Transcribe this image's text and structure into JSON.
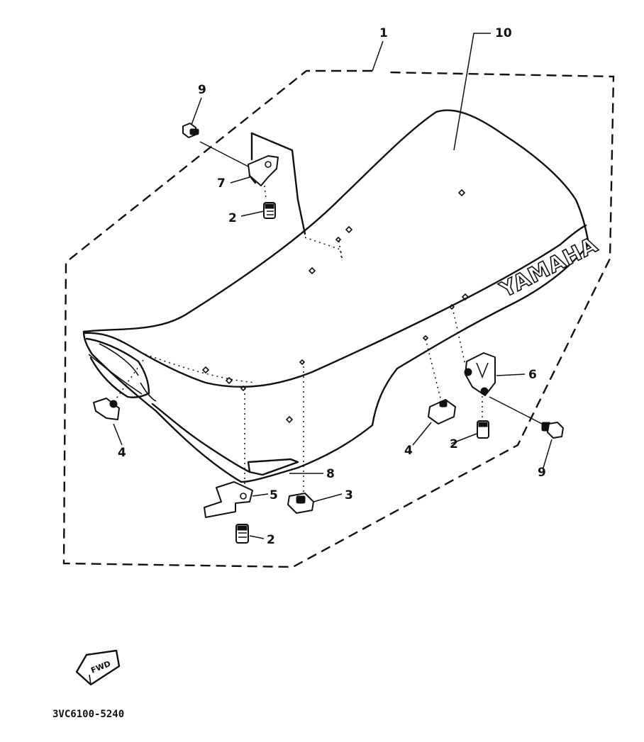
{
  "diagram": {
    "brand_text": "YAMAHA",
    "part_number": "3VC6100-5240",
    "fwd_label": "FWD",
    "callouts": {
      "seat_assembly": "1",
      "seat_cover": "10",
      "bolt_front_left": "9",
      "bolt_rear_right": "9",
      "bracket_front": "7",
      "screw_front": "2",
      "screw_right": "2",
      "screw_bottom": "2",
      "knob_left": "4",
      "knob_right": "4",
      "bracket_right": "6",
      "bracket_bottom": "5",
      "nut_bottom": "3",
      "band_8": "8"
    }
  }
}
